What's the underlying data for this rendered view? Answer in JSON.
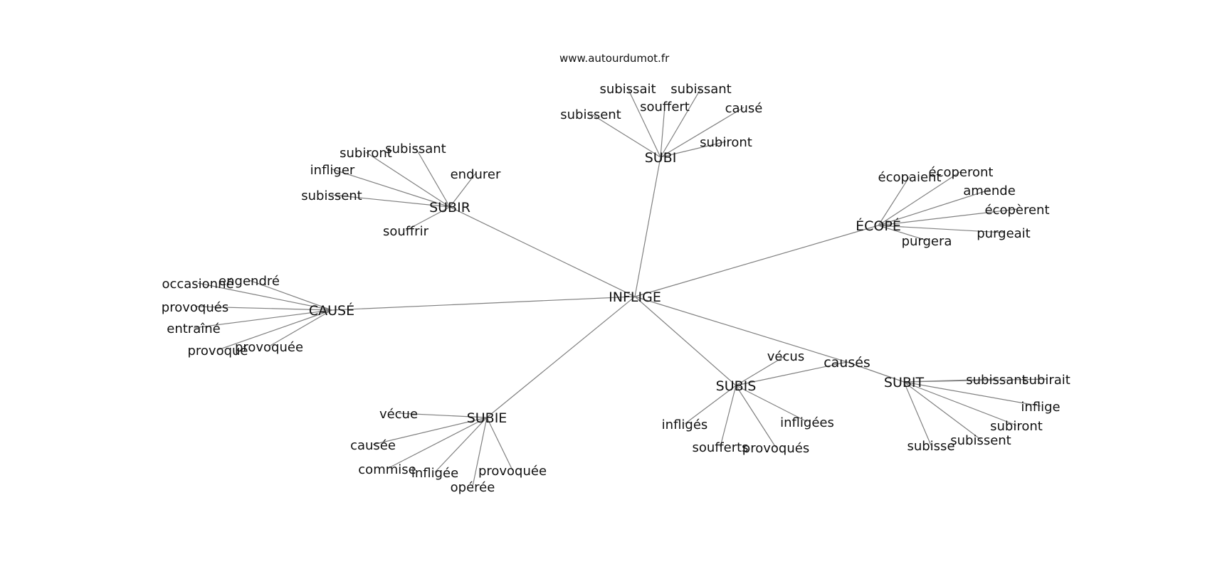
{
  "site": "www.autourdumot.fr",
  "graph": {
    "center": "INFLIGE",
    "clusters": [
      {
        "id": "subi",
        "hub": "SUBI",
        "words": [
          "subissait",
          "subissant",
          "souffert",
          "causé",
          "subissent",
          "subiront"
        ]
      },
      {
        "id": "subir",
        "hub": "SUBIR",
        "words": [
          "subiront",
          "subissant",
          "infliger",
          "endurer",
          "subissent",
          "souffrir"
        ]
      },
      {
        "id": "ecope",
        "hub": "ÉCOPÉ",
        "words": [
          "écopaient",
          "écoperont",
          "amende",
          "écopèrent",
          "purgeait",
          "purgera"
        ]
      },
      {
        "id": "cause",
        "hub": "CAUSÉ",
        "words": [
          "occasionné",
          "engendré",
          "provoqués",
          "entraîné",
          "provoqué",
          "provoquée"
        ]
      },
      {
        "id": "subie",
        "hub": "SUBIE",
        "words": [
          "vécue",
          "causée",
          "commise",
          "infligée",
          "opérée",
          "provoquée"
        ]
      },
      {
        "id": "subis",
        "hub": "SUBIS",
        "words": [
          "vécus",
          "infligés",
          "soufferts",
          "provoqués",
          "infligées"
        ]
      },
      {
        "id": "causes",
        "hub": "causés",
        "words": []
      },
      {
        "id": "subit",
        "hub": "SUBIT",
        "words": [
          "subissant",
          "subirait",
          "inflige",
          "subiront",
          "subissent",
          "subisse"
        ]
      }
    ]
  }
}
